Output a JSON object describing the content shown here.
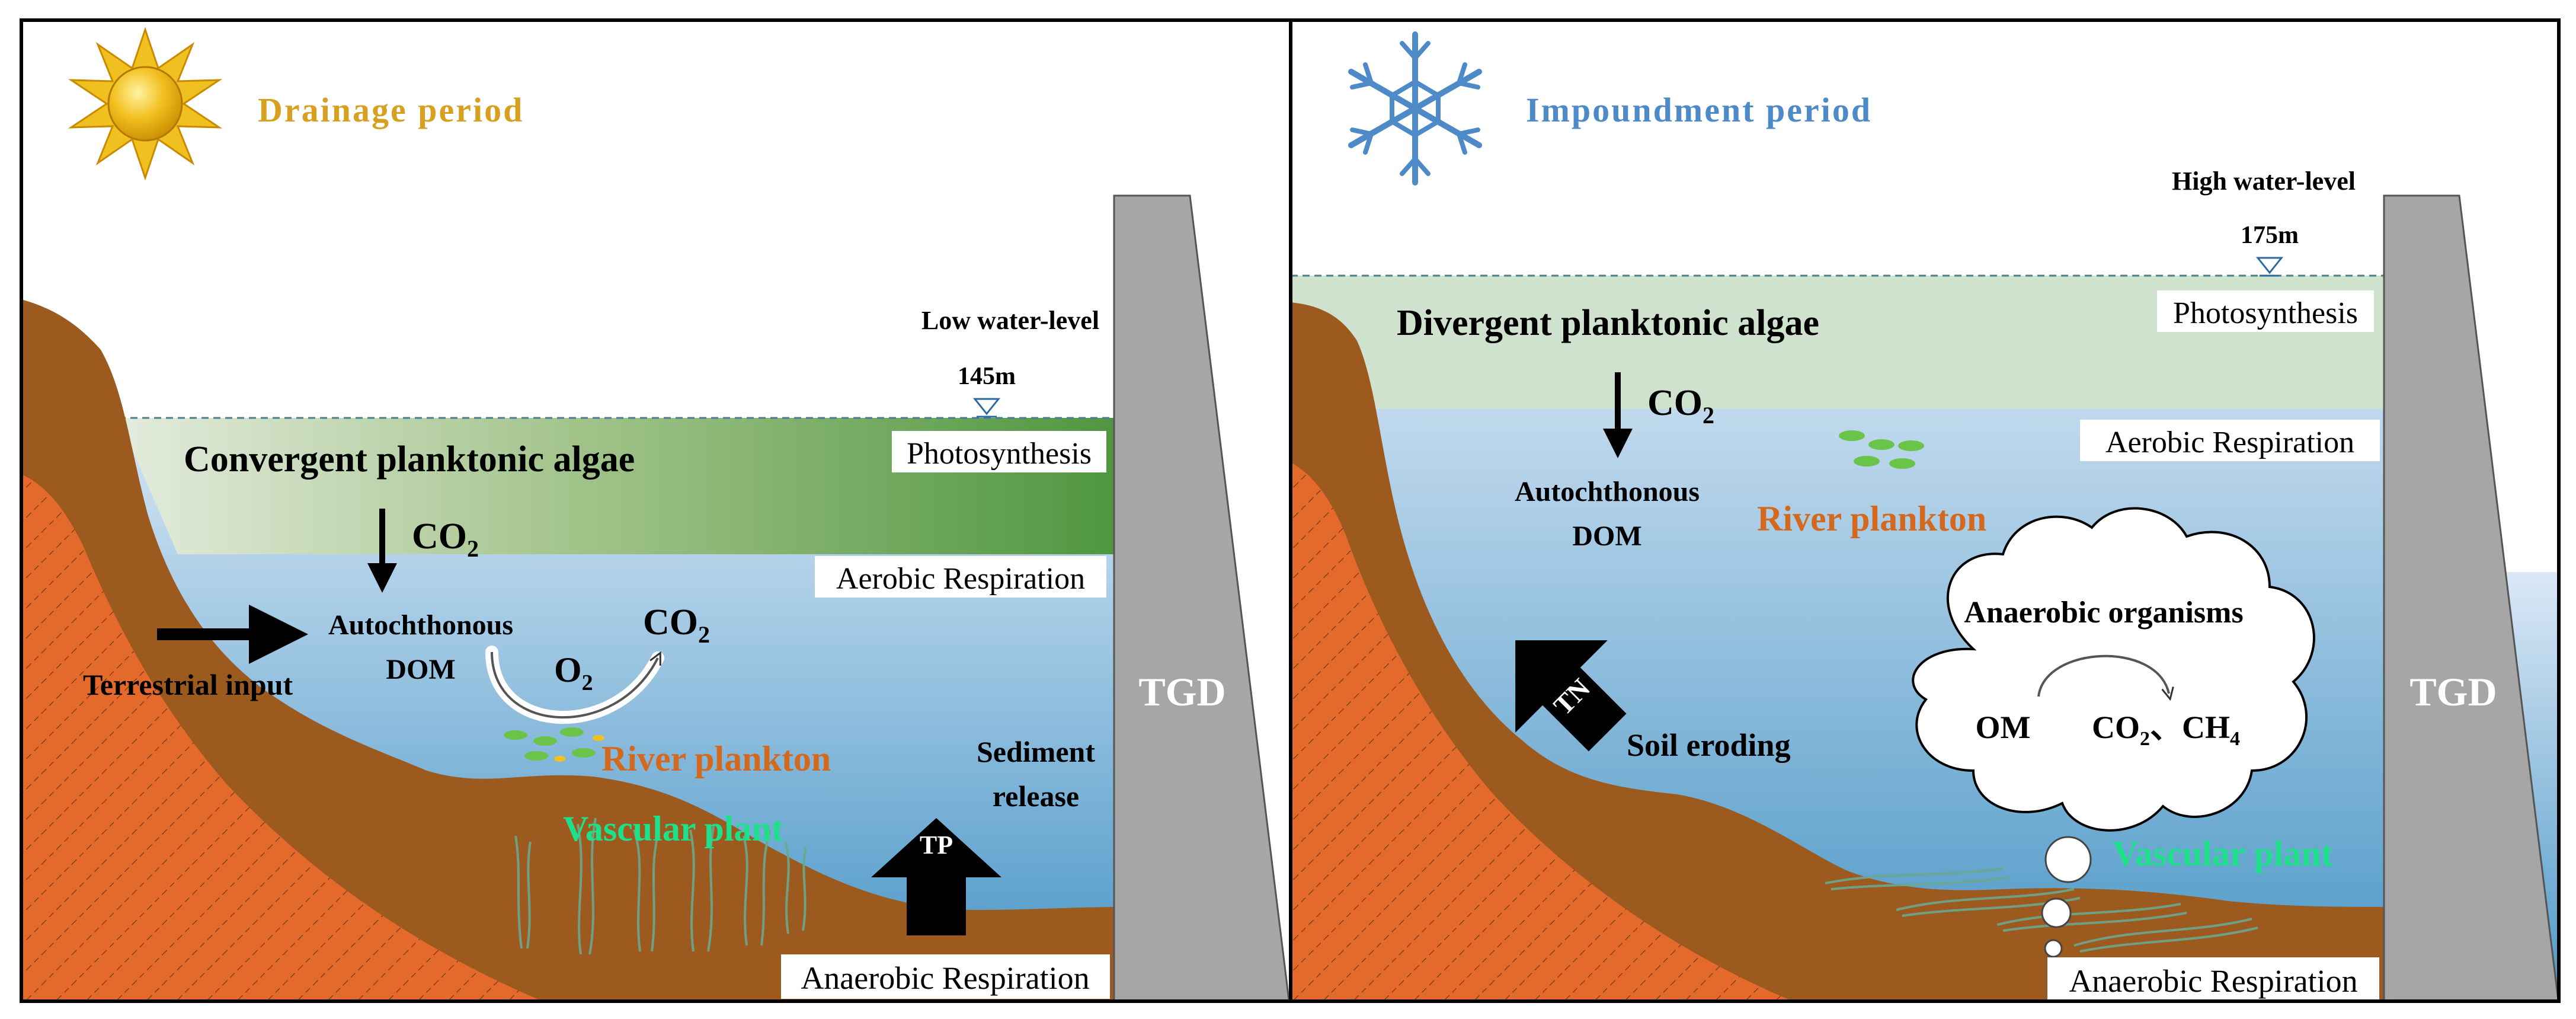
{
  "colors": {
    "soil": "#9c5a1e",
    "soil_dark": "#8a4c17",
    "soil_hatch": "#e06a2e",
    "water_top": "#cfe0f2",
    "water_bottom": "#4b98c8",
    "algae_green": "#5a9c48",
    "algae_light": "#cfe2cd",
    "dam": "#a6a6a6",
    "drainage_title": "#d8a020",
    "impoundment_title": "#4e8ac8",
    "plankton_orange": "#d2691e",
    "vascular_green": "#1ee08a"
  },
  "icons": {
    "left": "sun-icon",
    "right": "snowflake-icon"
  },
  "left_panel": {
    "title": "Drainage period",
    "water_level_label": "Low water-level",
    "water_level_value": "145m",
    "photosynthesis": "Photosynthesis",
    "aerobic": "Aerobic Respiration",
    "anaerobic": "Anaerobic Respiration",
    "algae": "Convergent planktonic algae",
    "co2_base": "CO",
    "co2_sub": "2",
    "autochthonous": "Autochthonous",
    "dom": "DOM",
    "o2_base": "O",
    "o2_sub": "2",
    "terrestrial": "Terrestrial input",
    "river_plankton": "River plankton",
    "vascular": "Vascular plant",
    "sediment_line1": "Sediment",
    "sediment_line2": "release",
    "tp": "TP",
    "dam": "TGD"
  },
  "right_panel": {
    "title": "Impoundment period",
    "water_level_label": "High water-level",
    "water_level_value": "175m",
    "photosynthesis": "Photosynthesis",
    "aerobic": "Aerobic Respiration",
    "anaerobic": "Anaerobic Respiration",
    "algae": "Divergent planktonic algae",
    "co2_base": "CO",
    "co2_sub": "2",
    "autochthonous": "Autochthonous",
    "dom": "DOM",
    "river_plankton": "River plankton",
    "anaerobic_organisms": "Anaerobic  organisms",
    "om": "OM",
    "ch4_base": "CH",
    "ch4_sub": "4",
    "separator": "、",
    "tn": "TN",
    "soil_eroding": "Soil eroding",
    "vascular": "Vascular plant",
    "dam": "TGD"
  }
}
